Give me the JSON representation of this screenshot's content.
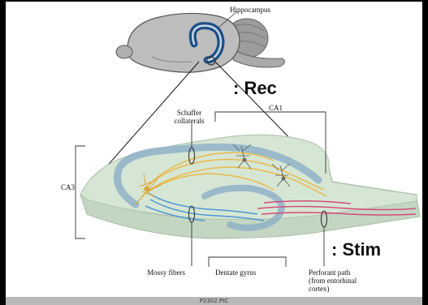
{
  "labels": {
    "hippocampus": "Hippocampus",
    "rec": ": Rec",
    "ca1": "CA1",
    "schaffer_line1": "Schaffer",
    "schaffer_line2": "collaterals",
    "ca3": "CA3",
    "stim": ": Stim",
    "mossy_fibers": "Mossy fibers",
    "dentate_gyrus": "Dentate gyrus",
    "perforant_line1": "Perforant path",
    "perforant_line2": "(from entorhinal",
    "perforant_line3": "cortex)"
  },
  "caption": "P2302.PIC",
  "colors": {
    "slice_fill": "#d6e6d4",
    "slice_edge": "#dfe9dc",
    "cell_band": "#8fb2c8",
    "schaffer_fiber": "#e9b94c",
    "mossy_fiber": "#4f97d4",
    "perforant_fiber": "#d54a7a",
    "brain_fill": "#b8b8b8",
    "hippocampus_highlight": "#1e4f86"
  }
}
